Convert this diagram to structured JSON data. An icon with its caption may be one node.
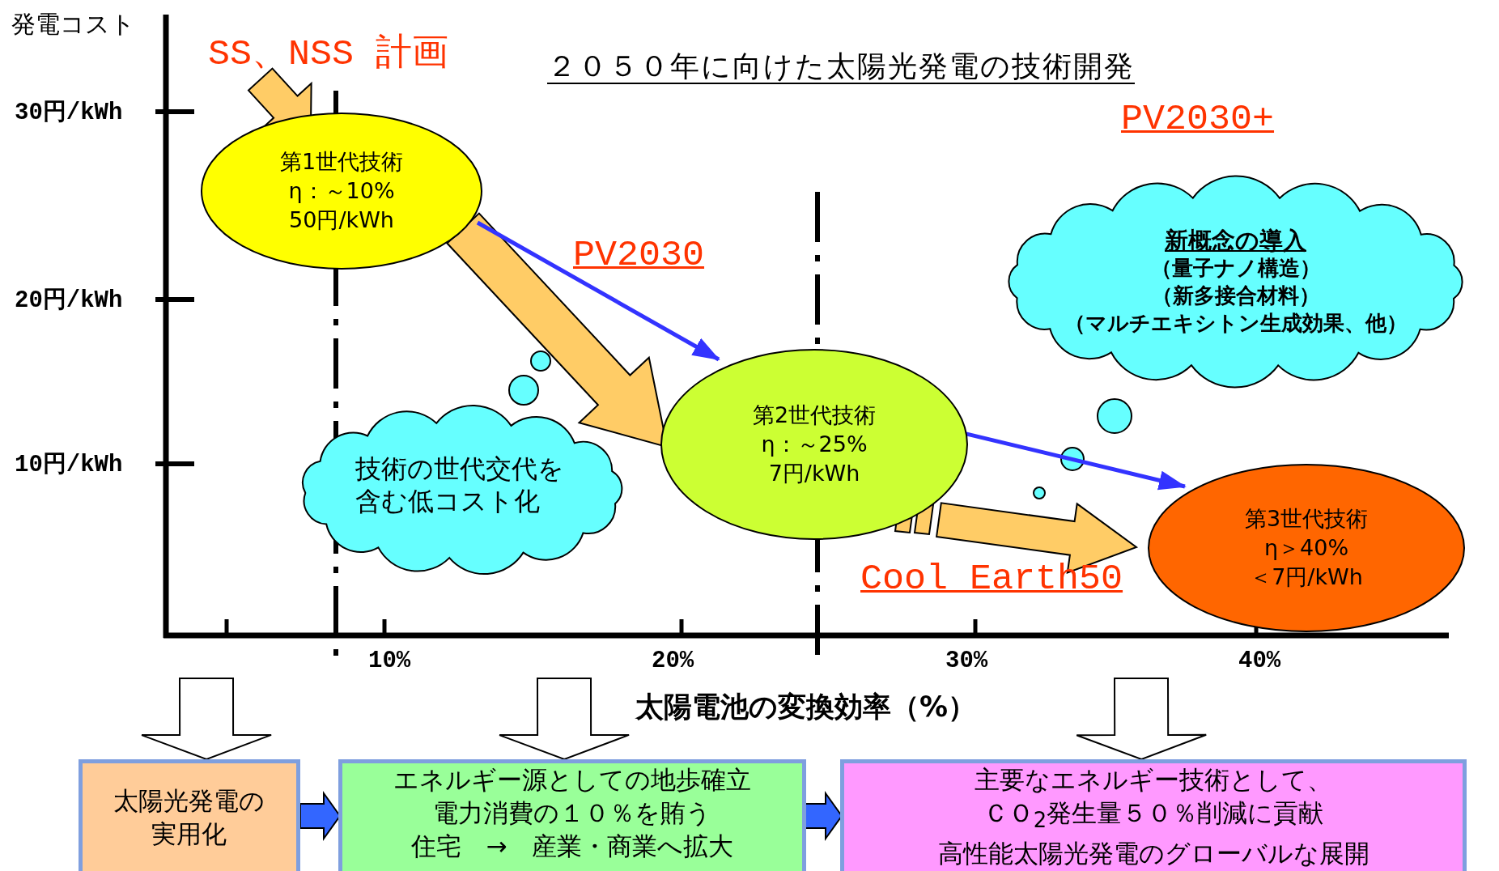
{
  "diagram": {
    "title": "２０５０年に向けた太陽光発電の技術開発",
    "nodes": [
      {
        "text": [
          "SS、NSS 計画"
        ]
      },
      {
        "text": [
          "第1世代技術",
          "η：～10%",
          "50円/kWh"
        ]
      },
      {
        "text": [
          "第2世代技術",
          "η：～25%",
          "7円/kWh"
        ]
      },
      {
        "text": [
          "第3世代技術",
          "η＞40%",
          "＜7円/kWh"
        ]
      },
      {
        "text": [
          "技術の世代交代を含む低コスト化"
        ]
      },
      {
        "text": [
          "新概念の導入",
          "（量子ナノ構造）",
          "（新多接合材料）",
          "（マルチエキシトン生成効果、他）"
        ]
      },
      {
        "text": [
          "太陽光発電の実用化"
        ]
      },
      {
        "text": [
          "エネルギー源としての地歩確立",
          "電力消費の１０％を賄う",
          "住宅　→　産業・商業へ拡大"
        ]
      },
      {
        "text": [
          "主要なエネルギー技術として、",
          "ＣＯ$_{2}$発生量５０％削減に貢献",
          "高性能太陽光発電のグローバルな展開"
        ]
      }
    ],
    "edges": [
      {
        "from": 0,
        "to": 1,
        "arrow": "to",
        "style": "thick",
        "color": "#ffcc66"
      },
      {
        "from": 1,
        "to": 2,
        "arrow": "to",
        "style": "thick",
        "color": "#ffcc66"
      },
      {
        "from": 1,
        "to": 2,
        "arrow": "to",
        "color": "#3333ff"
      },
      {
        "from": 2,
        "to": 3,
        "arrow": "to",
        "style": "thick",
        "color": "#ffcc66"
      },
      {
        "from": 2,
        "to": 3,
        "arrow": "to",
        "color": "#3333ff"
      },
      {
        "from": null,
        "to": 6,
        "arrow": "to",
        "style": "thick",
        "color": "#ffffff"
      },
      {
        "from": null,
        "to": 7,
        "arrow": "to",
        "style": "thick",
        "color": "#ffffff"
      },
      {
        "from": null,
        "to": 8,
        "arrow": "to",
        "style": "thick",
        "color": "#ffffff"
      },
      {
        "from": 6,
        "to": 7,
        "arrow": "to",
        "style": "thick",
        "color": "#3366ff"
      },
      {
        "from": 7,
        "to": 8,
        "arrow": "to",
        "style": "thick",
        "color": "#3366ff"
      }
    ],
    "labels": [
      "発電コスト",
      "30円/kWh",
      "PV2030+",
      "PV2030",
      "20円/kWh",
      "10円/kWh",
      "Cool Earth50",
      "10%",
      "20%",
      "30%",
      "40%",
      "太陽電池の変換効率（%）"
    ]
  }
}
